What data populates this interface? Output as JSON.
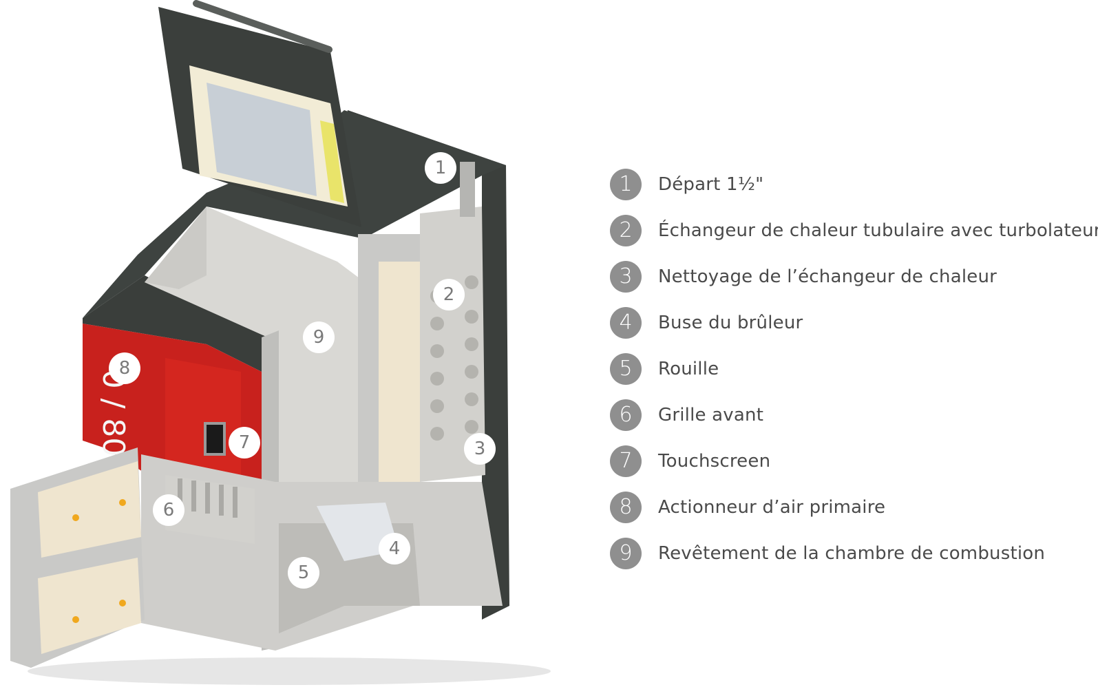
{
  "colors": {
    "roof": "#3b3f3c",
    "frame": "#c9c9c7",
    "chamber": "#d9d8d4",
    "insulation": "#efe5cf",
    "red": "#c8211d",
    "legend_badge": "#8f8f8f",
    "legend_text": "#4a4a4a"
  },
  "unit_marking": "0 / 80",
  "callouts": [
    "1",
    "2",
    "3",
    "4",
    "5",
    "6",
    "7",
    "8",
    "9"
  ],
  "legend": [
    {
      "num": "1",
      "label": "Départ 1½\""
    },
    {
      "num": "2",
      "label": "Échangeur de chaleur tubulaire avec turbolateurs"
    },
    {
      "num": "3",
      "label": "Nettoyage de l’échangeur de chaleur"
    },
    {
      "num": "4",
      "label": "Buse du brûleur"
    },
    {
      "num": "5",
      "label": "Rouille"
    },
    {
      "num": "6",
      "label": "Grille avant"
    },
    {
      "num": "7",
      "label": "Touchscreen"
    },
    {
      "num": "8",
      "label": "Actionneur d’air primaire"
    },
    {
      "num": "9",
      "label": "Revêtement de la chambre de combustion"
    }
  ]
}
